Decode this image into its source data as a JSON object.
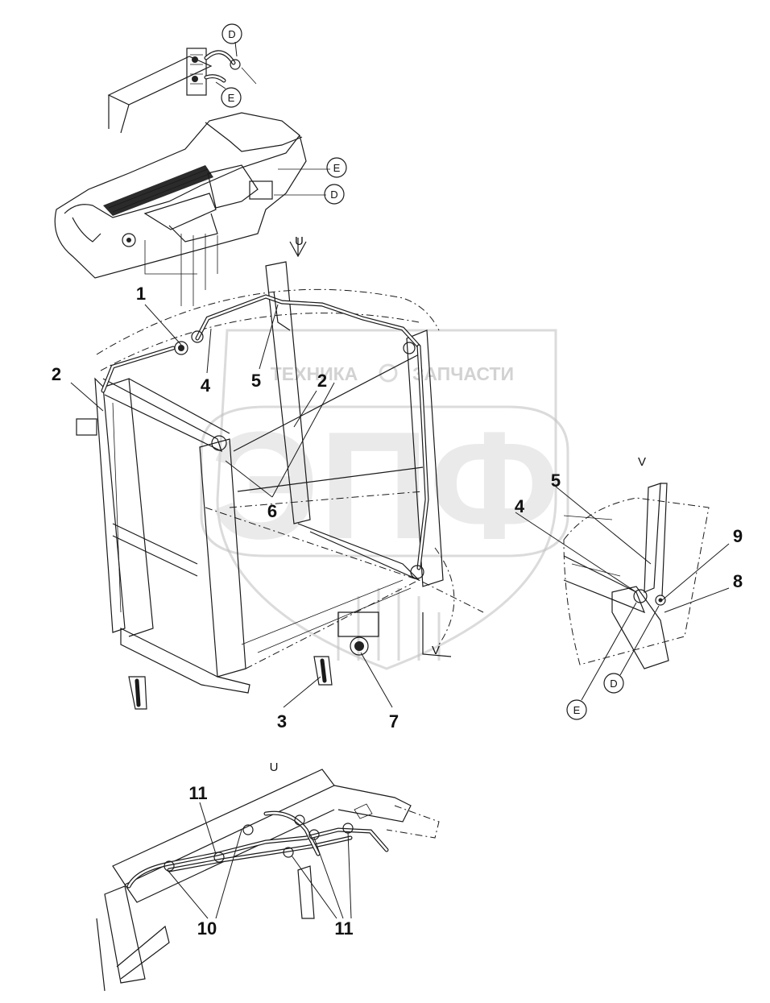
{
  "callouts": {
    "c1": "1",
    "c2a": "2",
    "c2b": "2",
    "c3": "3",
    "c4a": "4",
    "c4b": "4",
    "c5a": "5",
    "c5b": "5",
    "c6": "6",
    "c7": "7",
    "c8": "8",
    "c9": "9",
    "c10": "10",
    "c11a": "11",
    "c11b": "11"
  },
  "connection_marks": {
    "d_top": "D",
    "e_top": "E",
    "e_roof": "E",
    "d_roof": "D",
    "e_detail": "E",
    "d_detail": "D"
  },
  "views": {
    "u_arrow": "U",
    "v_main": "V",
    "v_detail": "V",
    "u_detail": "U"
  },
  "watermark": {
    "left": "ТЕХНИКА",
    "right": "ЗАПЧАСТИ",
    "emblem": "ЭПФ"
  }
}
